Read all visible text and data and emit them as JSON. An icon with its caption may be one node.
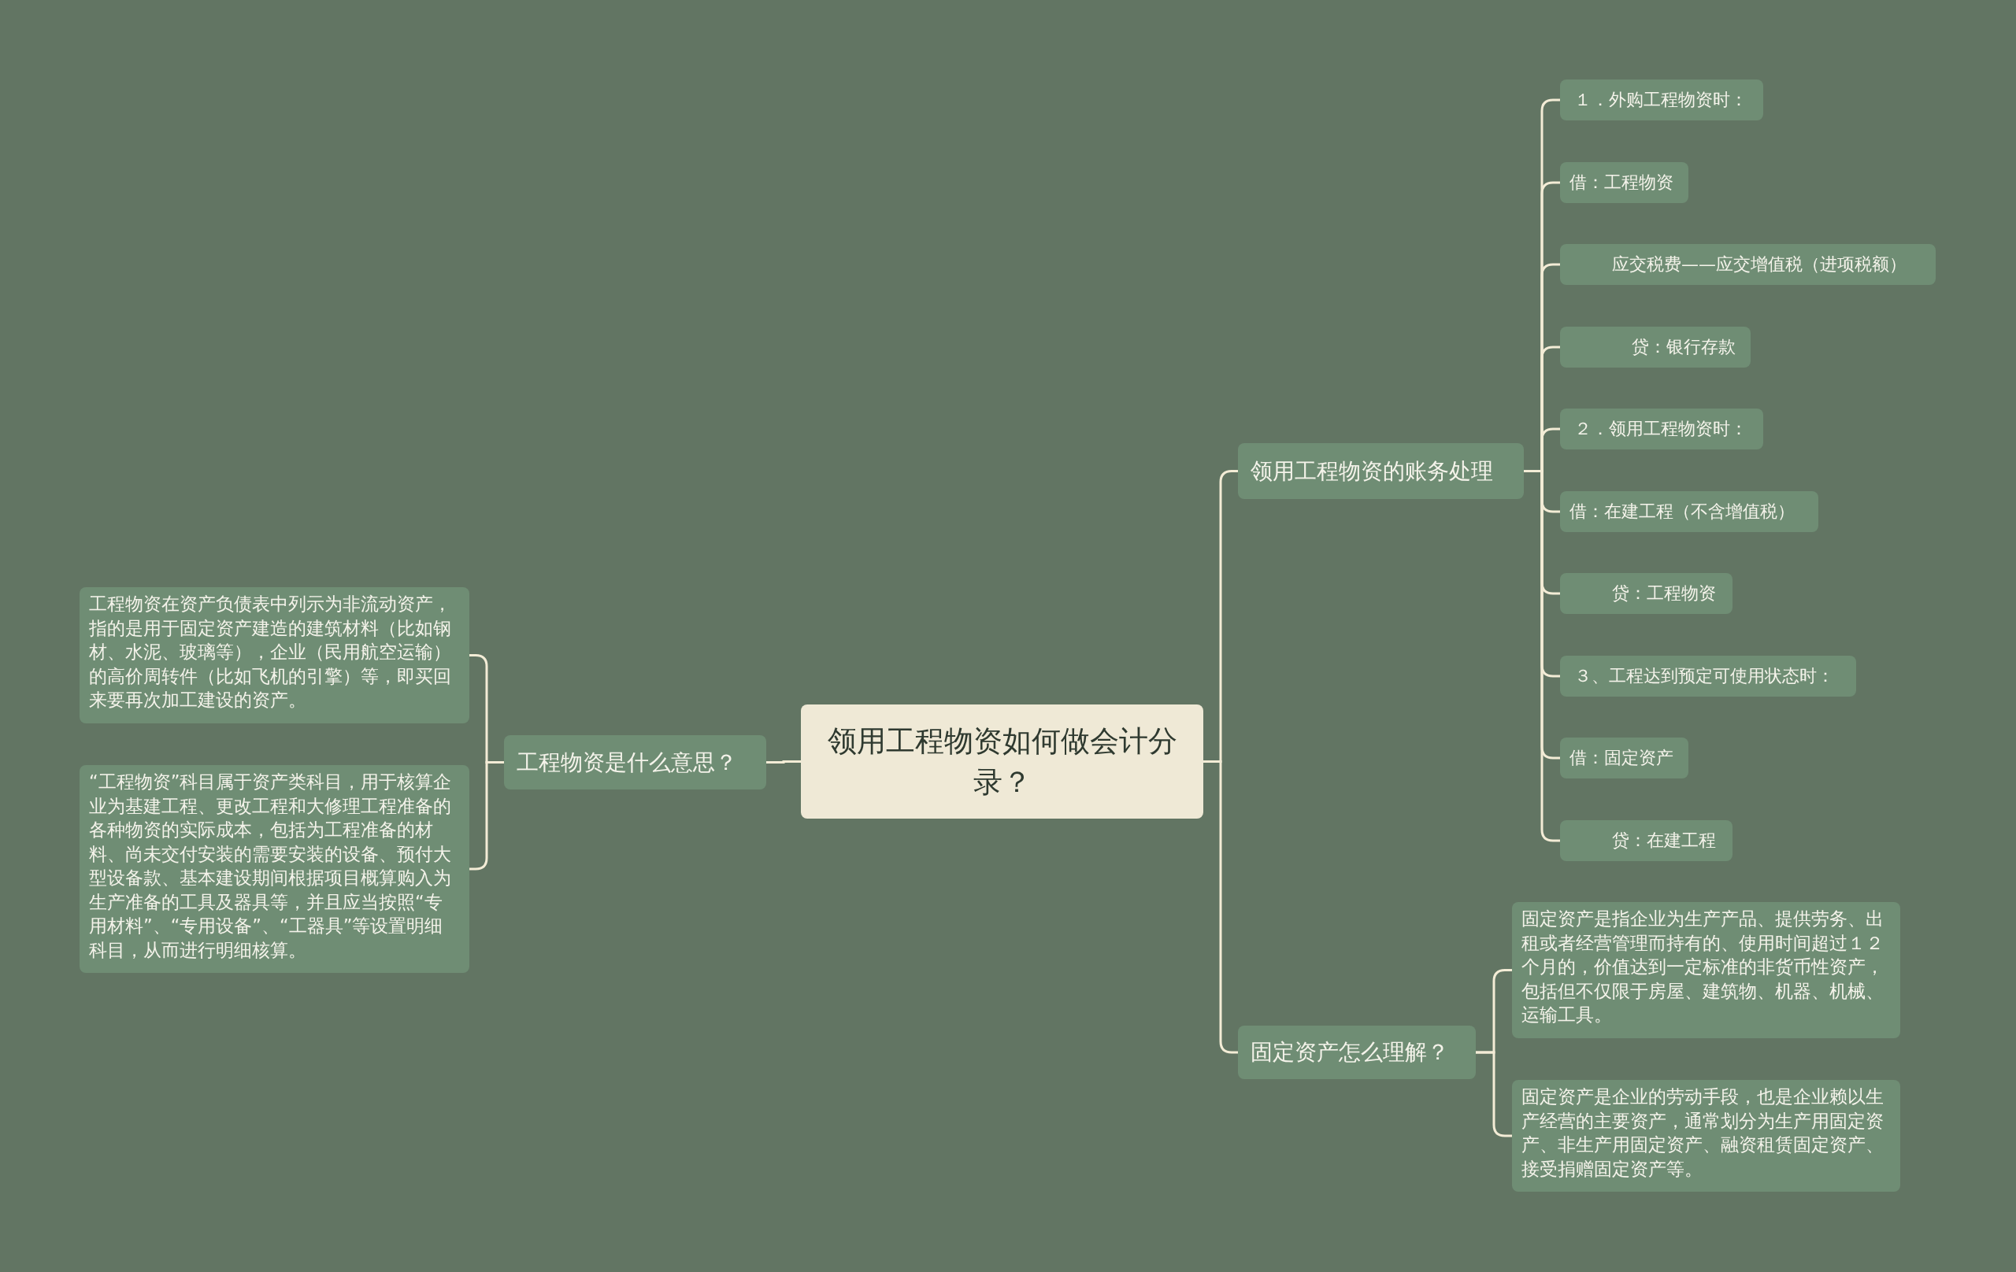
{
  "diagram": {
    "nodes": [
      {
        "text": [
          "领用工程物资如何做会计分录？"
        ]
      },
      {
        "text": [
          "工程物资是什么意思？"
        ]
      },
      {
        "text": [
          "工程物资在资产负债表中列示为非流动资产，指的是用于固定资产建造的建筑材料（比如钢材、水泥、玻璃等），企业（民用航空运输）的高价周转件（比如飞机的引擎）等，即买回来要再次加工建设的资产。"
        ]
      },
      {
        "text": [
          "“工程物资”科目属于资产类科目，用于核算企业为基建工程、更改工程和大修理工程准备的各种物资的实际成本，包括为工程准备的材料、尚未交付安装的需要安装的设备、预付大型设备款、基本建设期间根据项目概算购入为生产准备的工具及器具等，并且应当按照“专用材料”、“专用设备”、“工器具”等设置明细科目，从而进行明细核算。"
        ]
      },
      {
        "text": [
          "领用工程物资的账务处理"
        ]
      },
      {
        "text": [
          "１．外购工程物资时："
        ]
      },
      {
        "text": [
          "借：工程物资"
        ]
      },
      {
        "text": [
          "应交税费——应交增值税（进项税额）"
        ]
      },
      {
        "text": [
          "贷：银行存款"
        ]
      },
      {
        "text": [
          "２．领用工程物资时："
        ]
      },
      {
        "text": [
          "借：在建工程（不含增值税）"
        ]
      },
      {
        "text": [
          "贷：工程物资"
        ]
      },
      {
        "text": [
          "３、工程达到预定可使用状态时："
        ]
      },
      {
        "text": [
          "借：固定资产"
        ]
      },
      {
        "text": [
          "贷：在建工程"
        ]
      },
      {
        "text": [
          "固定资产怎么理解？"
        ]
      },
      {
        "text": [
          "固定资产是指企业为生产产品、提供劳务、出租或者经营管理而持有的、使用时间超过１２个月的，价值达到一定标准的非货币性资产，包括但不仅限于房屋、建筑物、机器、机械、运输工具。"
        ]
      },
      {
        "text": [
          "固定资产是企业的劳动手段，也是企业赖以生产经营的主要资产，通常划分为生产用固定资产、非生产用固定资产、融资租赁固定资产、接受捐赠固定资产等。"
        ]
      }
    ],
    "edges": [
      {
        "from": 0,
        "to": 1,
        "arrow": "none"
      },
      {
        "from": 1,
        "to": 2,
        "arrow": "none"
      },
      {
        "from": 1,
        "to": 3,
        "arrow": "none"
      },
      {
        "from": 0,
        "to": 4,
        "arrow": "none"
      },
      {
        "from": 4,
        "to": 5,
        "arrow": "none"
      },
      {
        "from": 4,
        "to": 6,
        "arrow": "none"
      },
      {
        "from": 4,
        "to": 7,
        "arrow": "none"
      },
      {
        "from": 4,
        "to": 8,
        "arrow": "none"
      },
      {
        "from": 4,
        "to": 9,
        "arrow": "none"
      },
      {
        "from": 4,
        "to": 10,
        "arrow": "none"
      },
      {
        "from": 4,
        "to": 11,
        "arrow": "none"
      },
      {
        "from": 4,
        "to": 12,
        "arrow": "none"
      },
      {
        "from": 4,
        "to": 13,
        "arrow": "none"
      },
      {
        "from": 4,
        "to": 14,
        "arrow": "none"
      },
      {
        "from": 0,
        "to": 15,
        "arrow": "none"
      },
      {
        "from": 15,
        "to": 16,
        "arrow": "none"
      },
      {
        "from": 15,
        "to": 17,
        "arrow": "none"
      }
    ]
  }
}
